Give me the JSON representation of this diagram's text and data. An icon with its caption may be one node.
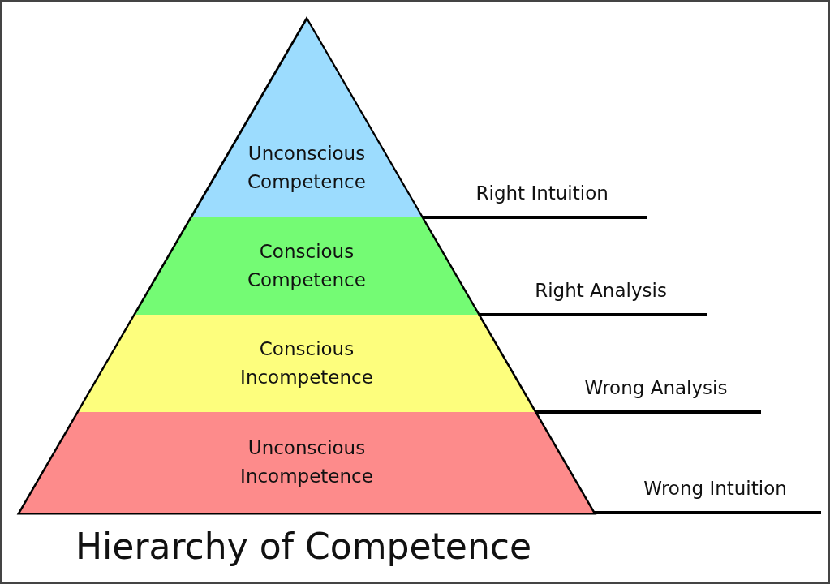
{
  "diagram": {
    "title": "Hierarchy of Competence",
    "nodes": [
      {
        "text": [
          "Unconscious Competence"
        ]
      },
      {
        "text": [
          "Conscious Competence"
        ]
      },
      {
        "text": [
          "Conscious Incompetence"
        ]
      },
      {
        "text": [
          "Unconscious Incompetence"
        ]
      },
      {
        "text": [
          "Right Intuition"
        ]
      },
      {
        "text": [
          "Right Analysis"
        ]
      },
      {
        "text": [
          "Wrong Analysis"
        ]
      },
      {
        "text": [
          "Wrong Intuition"
        ]
      }
    ],
    "edges": [
      {
        "from": 4,
        "to": 0,
        "arrow": "none"
      },
      {
        "from": 5,
        "to": 1,
        "arrow": "none"
      },
      {
        "from": 6,
        "to": 2,
        "arrow": "none"
      },
      {
        "from": 7,
        "to": 3,
        "arrow": "none"
      }
    ]
  }
}
